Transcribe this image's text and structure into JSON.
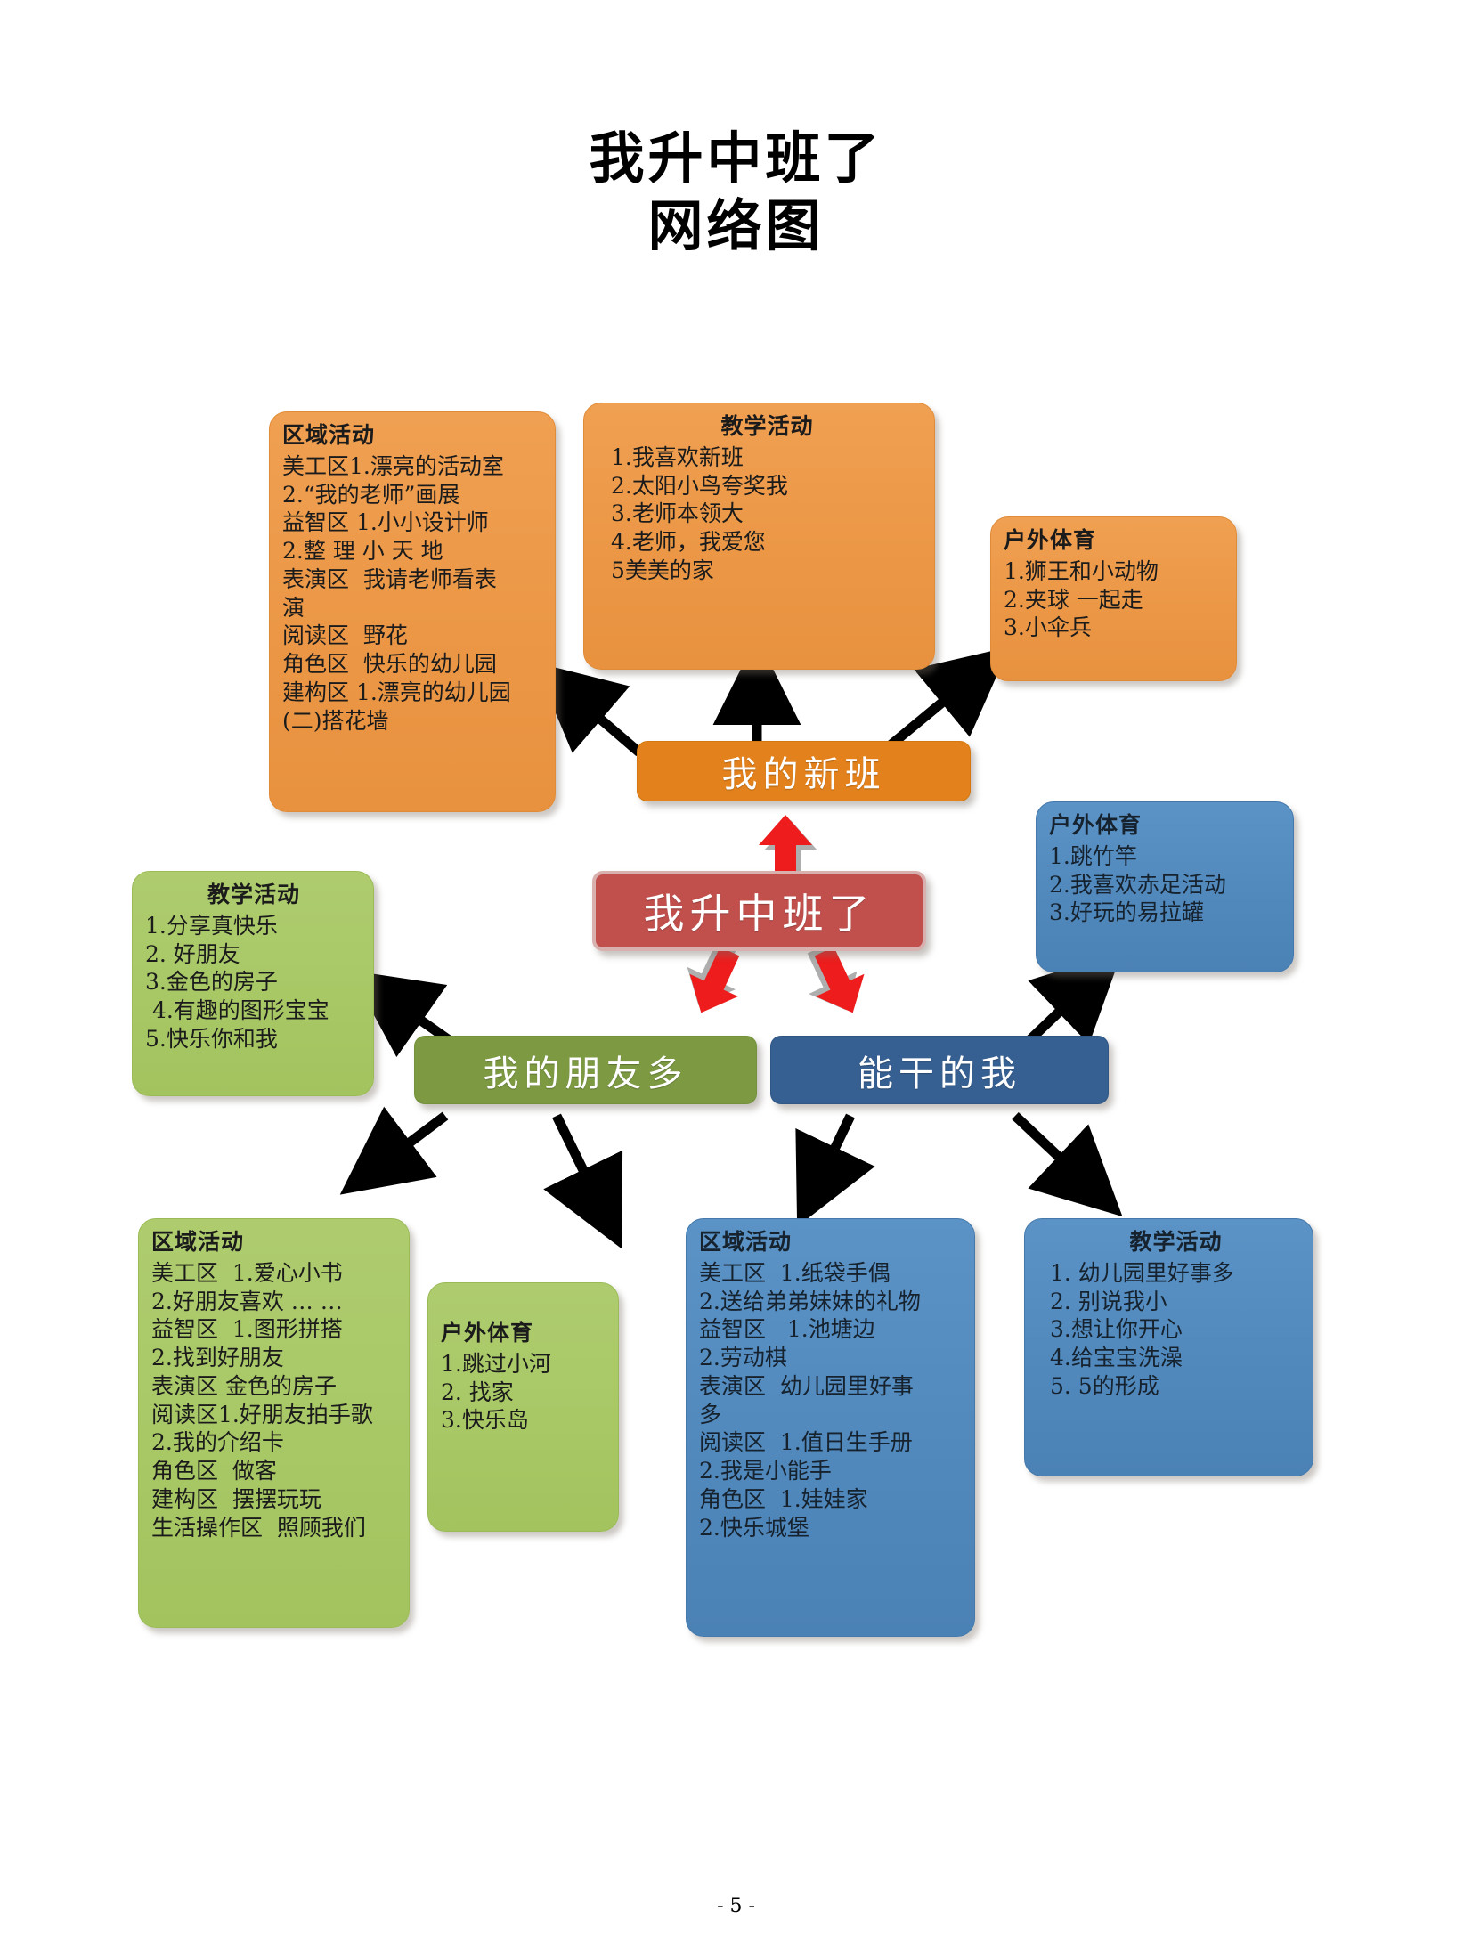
{
  "title": {
    "line1": "我升中班了",
    "line2": "网络图"
  },
  "nodes": {
    "root": "我升中班了",
    "branch_new_class": "我的新班",
    "branch_friends": "我的朋友多",
    "branch_capable": "能干的我"
  },
  "cards": {
    "orange_area": {
      "header": "区域活动",
      "lines": [
        "美工区1.漂亮的活动室",
        "2.“我的老师”画展",
        "益智区 1.小小设计师",
        "2.整 理 小 天 地",
        "表演区  我请老师看表",
        "演",
        "阅读区  野花",
        "角色区  快乐的幼儿园",
        "建构区 1.漂亮的幼儿园",
        "(二)搭花墙"
      ]
    },
    "orange_teaching": {
      "header": "教学活动",
      "lines": [
        "1.我喜欢新班",
        "2.太阳小鸟夸奖我",
        "3.老师本领大",
        "4.老师，我爱您",
        "5美美的家"
      ]
    },
    "orange_outdoor": {
      "header": "户外体育",
      "lines": [
        "1.狮王和小动物",
        "2.夹球 一起走",
        "3.小伞兵"
      ]
    },
    "green_teaching": {
      "header": "教学活动",
      "lines": [
        "1.分享真快乐",
        "2. 好朋友",
        "3.金色的房子",
        " 4.有趣的图形宝宝",
        "5.快乐你和我"
      ]
    },
    "green_area": {
      "header": "区域活动",
      "lines": [
        "美工区  1.爱心小书",
        "2.好朋友喜欢 … …",
        "益智区  1.图形拼搭",
        "2.找到好朋友",
        "表演区 金色的房子",
        "阅读区1.好朋友拍手歌",
        "2.我的介绍卡",
        "角色区  做客",
        "建构区  摆摆玩玩",
        "生活操作区  照顾我们"
      ]
    },
    "green_outdoor": {
      "header": "户外体育",
      "lines": [
        "1.跳过小河",
        "2. 找家",
        "3.快乐岛"
      ]
    },
    "blue_outdoor": {
      "header": "户外体育",
      "lines": [
        "1.跳竹竿",
        "2.我喜欢赤足活动",
        "3.好玩的易拉罐"
      ]
    },
    "blue_area": {
      "header": "区域活动",
      "lines": [
        "美工区  1.纸袋手偶",
        "2.送给弟弟妹妹的礼物",
        "益智区   1.池塘边",
        "2.劳动棋",
        "表演区  幼儿园里好事",
        "多",
        "阅读区  1.值日生手册",
        "2.我是小能手",
        "角色区  1.娃娃家",
        "2.快乐城堡"
      ]
    },
    "blue_teaching": {
      "header": "教学活动",
      "lines": [
        "1. 幼儿园里好事多",
        "2. 别说我小",
        "3.想让你开心",
        "4.给宝宝洗澡",
        "5. 5的形成"
      ]
    }
  },
  "footer": {
    "page_number": "- 5 -"
  },
  "colors": {
    "orange_fill": "#eb9746",
    "orange_node": "#e3821c",
    "red_node": "#c1504d",
    "green_fill": "#a8c866",
    "green_node": "#7d9a43",
    "blue_fill": "#5189bd",
    "blue_node": "#376092",
    "arrow_black": "#000000",
    "arrow_red": "#ee1c1c"
  }
}
